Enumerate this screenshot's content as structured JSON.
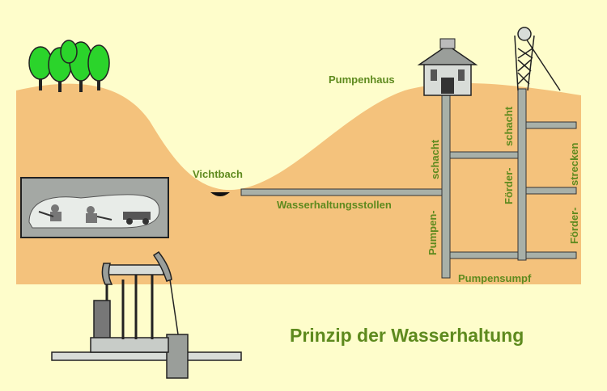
{
  "title": "Prinzip der Wasserhaltung",
  "labels": {
    "pumpenhaus": "Pumpenhaus",
    "vichtbach": "Vichtbach",
    "stollen": "Wasserhaltungsstollen",
    "pumpenschacht_1": "Pumpen-",
    "pumpenschacht_2": "schacht",
    "foerderschacht_1": "Förder-",
    "foerderschacht_2": "schacht",
    "foerderstrecken_1": "Förder-",
    "foerderstrecken_2": "strecken",
    "pumpensumpf": "Pumpensumpf"
  },
  "colors": {
    "background": "#fefdcb",
    "ground": "#f4c27c",
    "label_green": "#5e8a1e",
    "tree_green": "#2bd42b",
    "pipe_gray": "#a8b0a8"
  },
  "icons": [
    "trees-icon",
    "miners-icon",
    "pump-house-icon",
    "headframe-icon",
    "beam-pump-icon"
  ]
}
